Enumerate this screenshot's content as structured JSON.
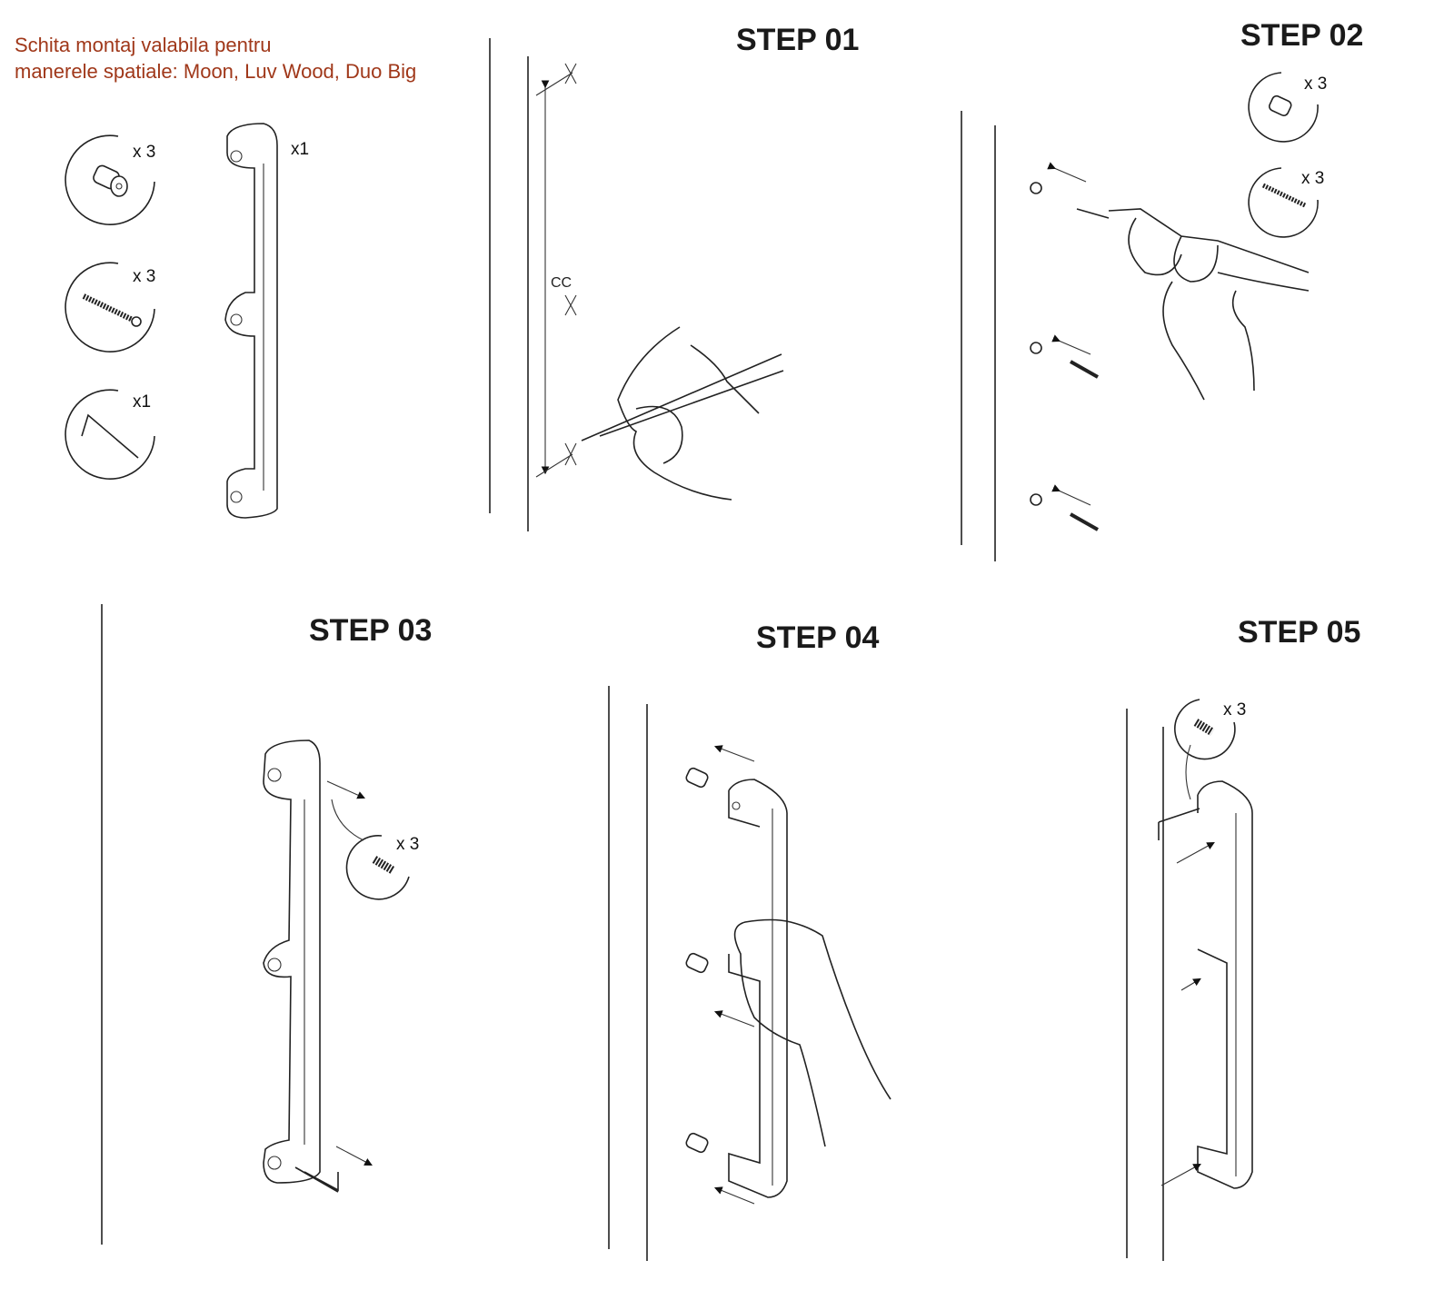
{
  "header": {
    "line1": "Schita montaj valabila pentru",
    "line2": "manerele spatiale: Moon, Luv Wood, Duo Big",
    "color": "#a0381a"
  },
  "parts": {
    "spacer_qty": "x 3",
    "screw_qty": "x 3",
    "hex_key_qty": "x1",
    "handle_qty": "x1"
  },
  "steps": {
    "step01": {
      "title": "STEP 01",
      "cc_label": "CC"
    },
    "step02": {
      "title": "STEP 02",
      "spacer_qty": "x 3",
      "screw_qty": "x 3"
    },
    "step03": {
      "title": "STEP 03",
      "grub_qty": "x 3"
    },
    "step04": {
      "title": "STEP 04"
    },
    "step05": {
      "title": "STEP 05",
      "grub_qty": "x 3"
    }
  }
}
